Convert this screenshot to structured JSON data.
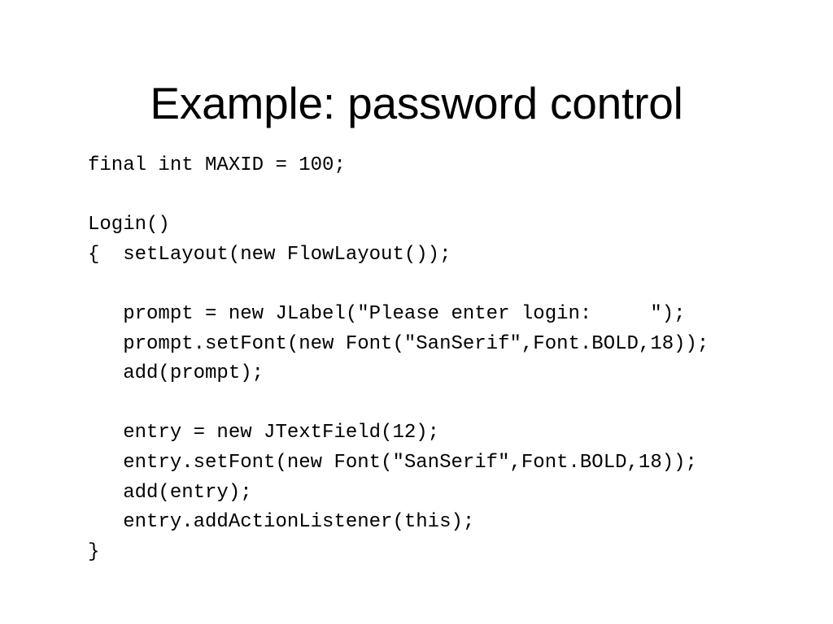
{
  "slide": {
    "title": "Example: password control",
    "background_color": "#ffffff",
    "text_color": "#000000"
  },
  "code": {
    "language": "java",
    "lines": [
      "final int MAXID = 100;",
      "",
      "Login()",
      "{  setLayout(new FlowLayout());",
      "",
      "   prompt = new JLabel(\"Please enter login:     \");",
      "   prompt.setFont(new Font(\"SanSerif\",Font.BOLD,18));",
      "   add(prompt);",
      "",
      "   entry = new JTextField(12);",
      "   entry.setFont(new Font(\"SanSerif\",Font.BOLD,18));",
      "   add(entry);",
      "   entry.addActionListener(this);",
      "}"
    ]
  }
}
